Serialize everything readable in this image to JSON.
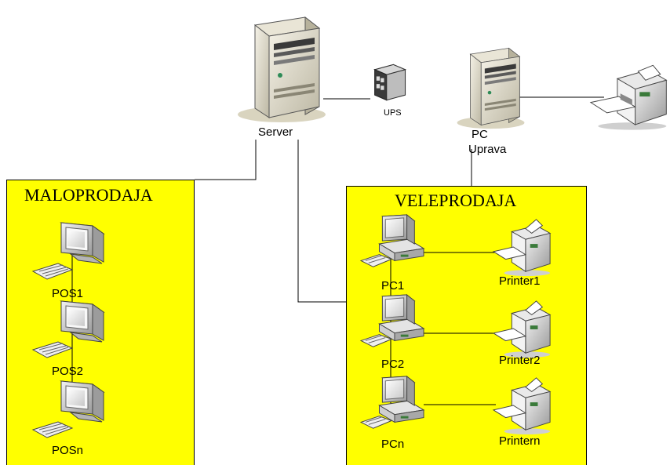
{
  "diagram": {
    "zones": {
      "retail": {
        "title": "MALOPRODAJA"
      },
      "wholesale": {
        "title": "VELEPRODAJA"
      }
    },
    "nodes": {
      "server": {
        "label": "Server",
        "icon": "server-tower-icon"
      },
      "ups": {
        "label": "UPS",
        "icon": "ups-icon"
      },
      "pc_uprava": {
        "label_line1": "PC",
        "label_line2": "Uprava",
        "icon": "desktop-tower-icon"
      },
      "printer_main": {
        "icon": "laser-printer-icon"
      },
      "pos1": {
        "label": "POS1",
        "icon": "workstation-icon"
      },
      "pos2": {
        "label": "POS2",
        "icon": "workstation-icon"
      },
      "posn": {
        "label": "POSn",
        "icon": "workstation-icon"
      },
      "pc1": {
        "label": "PC1",
        "icon": "pc-icon"
      },
      "pc2": {
        "label": "PC2",
        "icon": "pc-icon"
      },
      "pcn": {
        "label": "PCn",
        "icon": "pc-icon"
      },
      "printer1": {
        "label": "Printer1",
        "icon": "printer-icon"
      },
      "printer2": {
        "label": "Printer2",
        "icon": "printer-icon"
      },
      "printern": {
        "label": "Printern",
        "icon": "printer-icon"
      }
    },
    "colors": {
      "zone_fill": "#ffff00",
      "line": "#000000"
    }
  }
}
